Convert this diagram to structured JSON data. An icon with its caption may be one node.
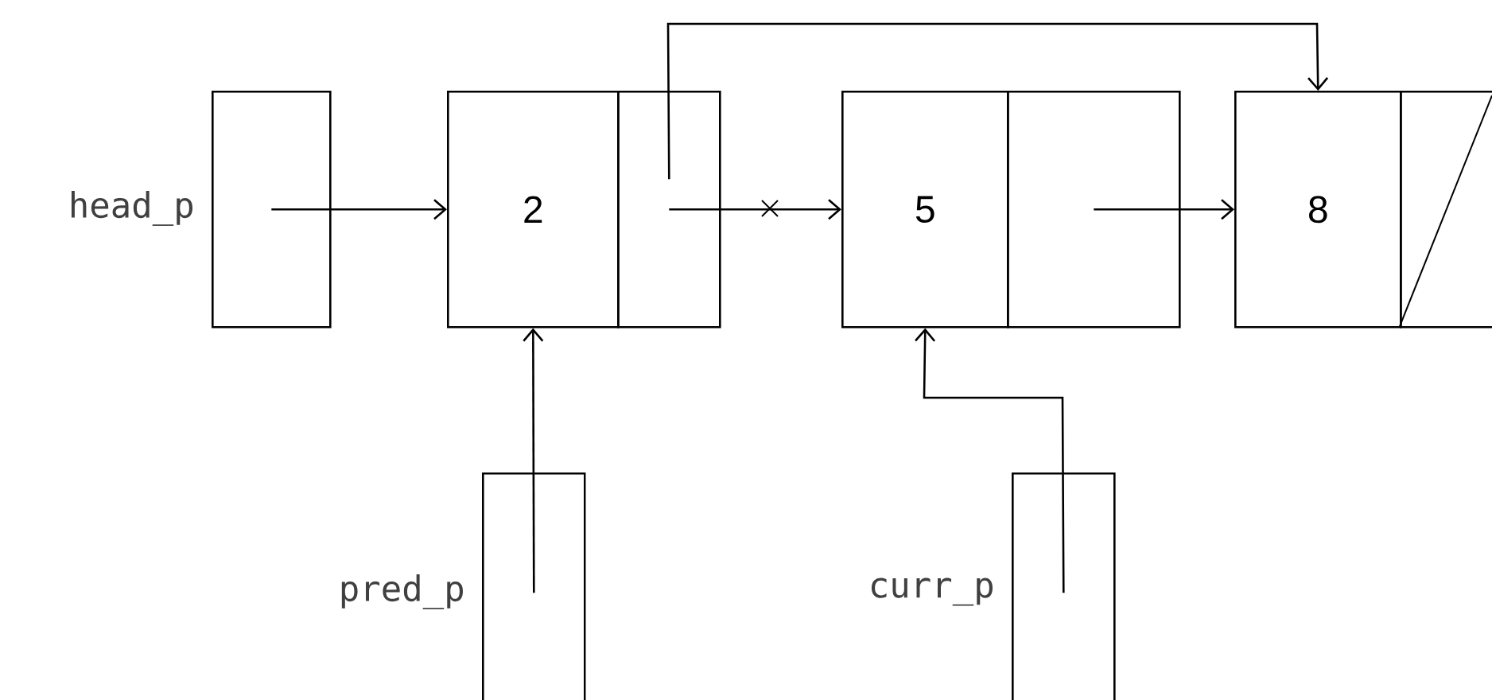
{
  "diagram": {
    "nodes": [
      {
        "text": [],
        "shape": "box",
        "beside": [
          "head_p"
        ]
      },
      {
        "text": [
          "2"
        ]
      },
      {
        "text": [],
        "shape": "box"
      },
      {
        "text": [
          "5"
        ]
      },
      {
        "text": [],
        "shape": "box"
      },
      {
        "text": [
          "8"
        ]
      },
      {
        "text": [],
        "shape": "box"
      },
      {
        "text": [],
        "shape": "box",
        "beside": [
          "pred_p"
        ]
      },
      {
        "text": [],
        "shape": "box",
        "beside": [
          "curr_p"
        ]
      }
    ],
    "edges": [
      {
        "from": 0,
        "to": 1,
        "arrow": "to"
      },
      {
        "from": 2,
        "to": 3,
        "arrow": "to"
      },
      {
        "from": 2,
        "to": 5,
        "arrow": "to"
      },
      {
        "from": 4,
        "to": 5,
        "arrow": "to"
      },
      {
        "from": 7,
        "to": 1,
        "arrow": "to"
      },
      {
        "from": 8,
        "to": 3,
        "arrow": "to"
      }
    ]
  }
}
